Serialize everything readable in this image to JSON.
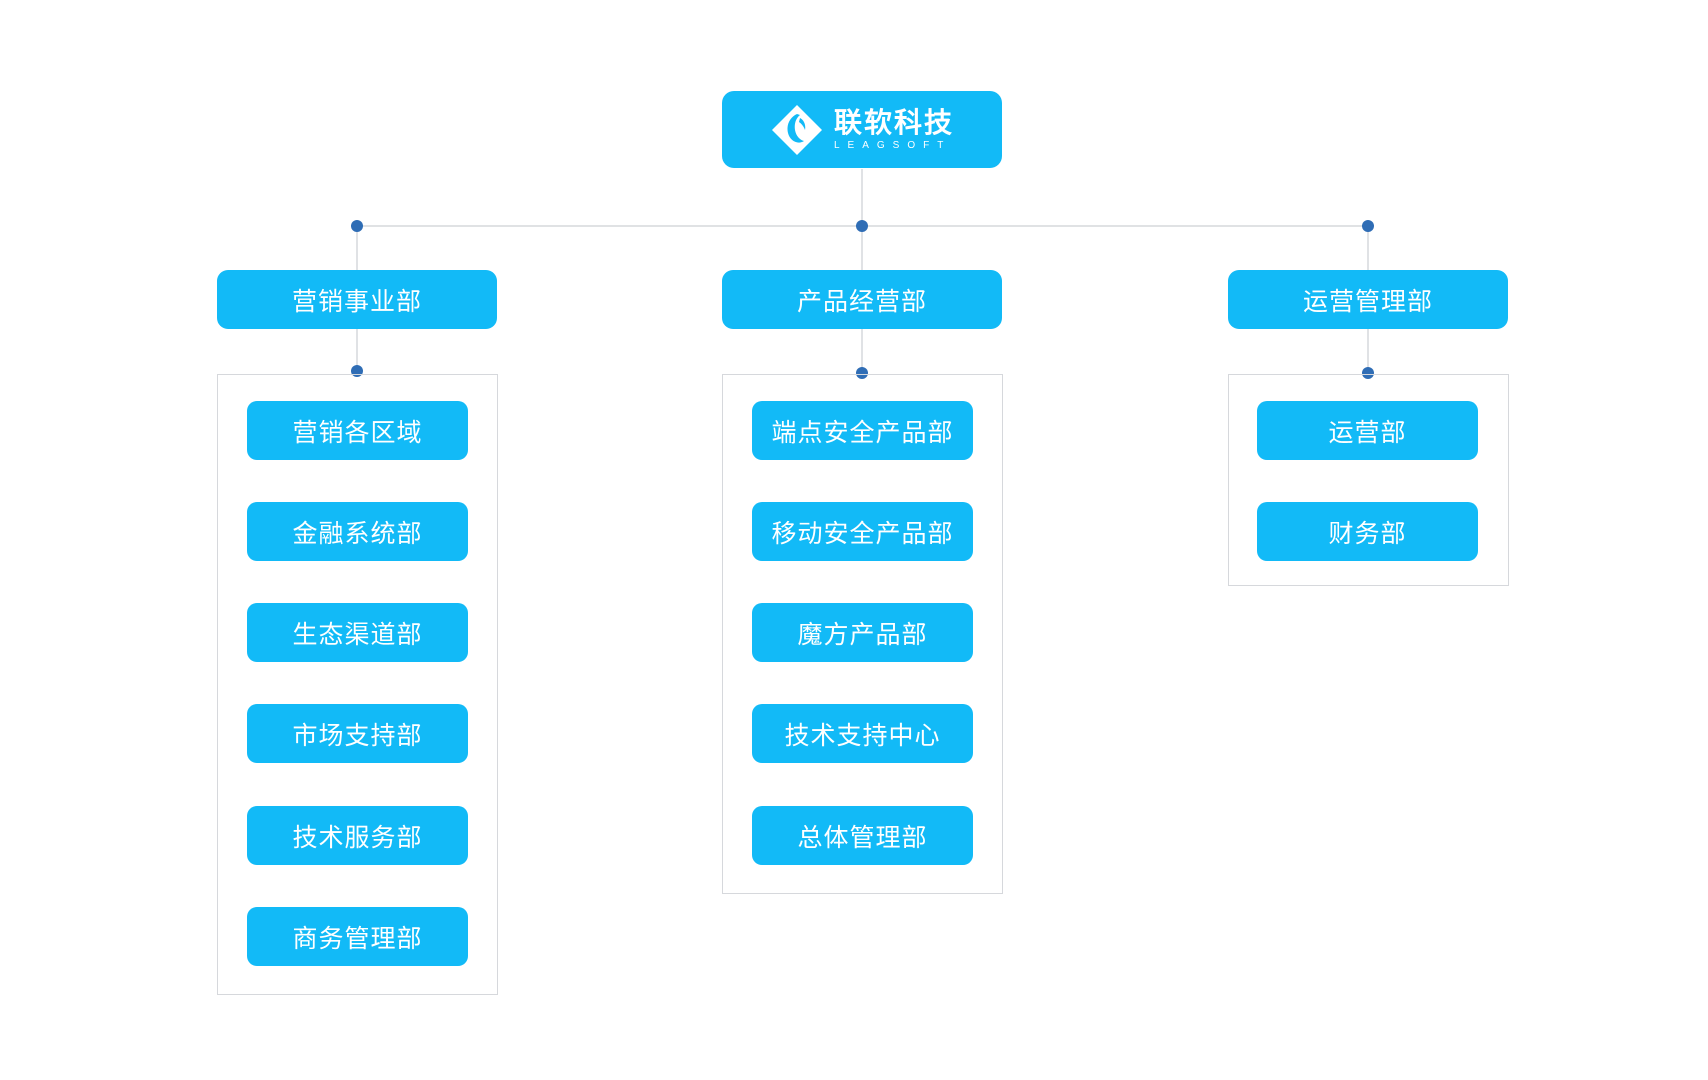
{
  "colors": {
    "node_fill": "#12baf7",
    "node_text": "#ffffff",
    "connector": "#d6d8dc",
    "dot": "#2f6db5",
    "box_border": "#d6d8dc"
  },
  "root": {
    "name_cn": "联软科技",
    "name_en": "LEAGSOFT",
    "logo_icon": "leagsoft-logo-icon"
  },
  "departments": [
    {
      "name": "营销事业部",
      "children": [
        "营销各区域",
        "金融系统部",
        "生态渠道部",
        "市场支持部",
        "技术服务部",
        "商务管理部"
      ]
    },
    {
      "name": "产品经营部",
      "children": [
        "端点安全产品部",
        "移动安全产品部",
        "魔方产品部",
        "技术支持中心",
        "总体管理部"
      ]
    },
    {
      "name": "运营管理部",
      "children": [
        "运营部",
        "财务部"
      ]
    }
  ]
}
